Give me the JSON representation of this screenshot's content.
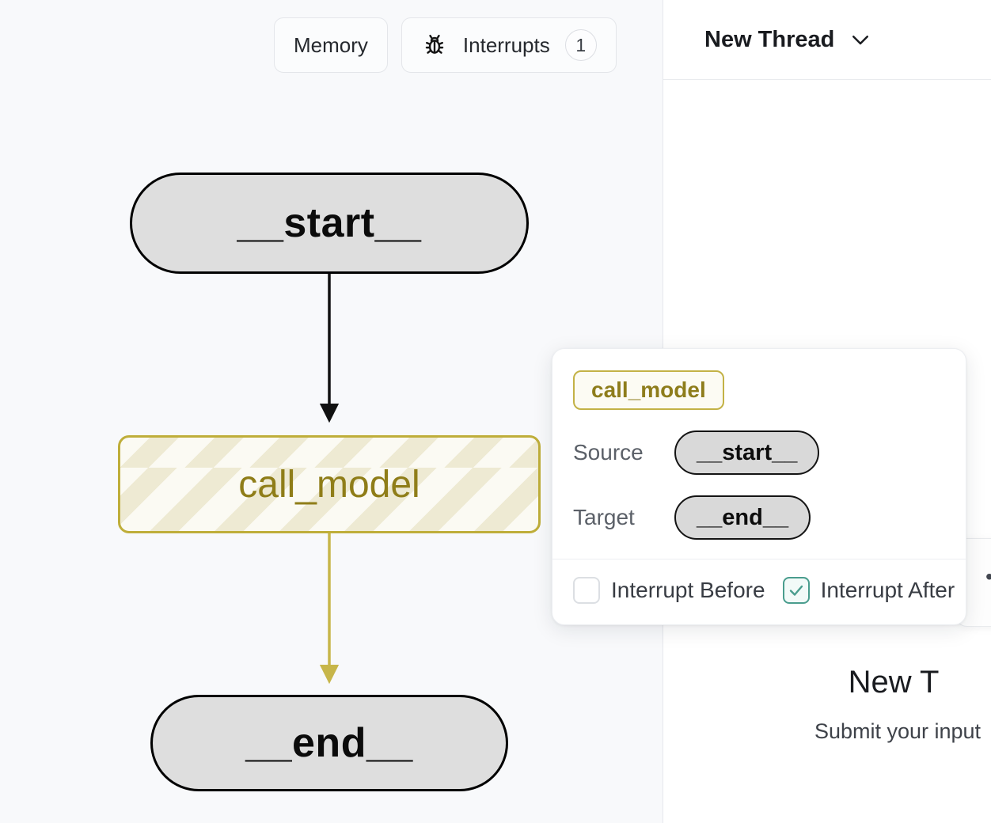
{
  "canvas": {
    "background_color": "#f8f9fb",
    "toolbar": {
      "memory_label": "Memory",
      "interrupts_label": "Interrupts",
      "interrupts_badge": "1",
      "bug_icon_name": "bug-icon"
    },
    "graph": {
      "nodes": [
        {
          "id": "start",
          "label": "__start__",
          "style": "terminal"
        },
        {
          "id": "call_model",
          "label": "call_model",
          "style": "active-highlight"
        },
        {
          "id": "end",
          "label": "__end__",
          "style": "terminal"
        }
      ],
      "edges": [
        {
          "from": "__start__",
          "to": "call_model",
          "color": "#111111"
        },
        {
          "from": "call_model",
          "to": "__end__",
          "color": "#bfae3a"
        }
      ],
      "highlight_color": "#bfae3a",
      "terminal_fill": "#dedede"
    }
  },
  "popover": {
    "node_chip": "call_model",
    "source_label": "Source",
    "source_value": "__start__",
    "target_label": "Target",
    "target_value": "__end__",
    "interrupt_before": {
      "label": "Interrupt Before",
      "checked": false
    },
    "interrupt_after": {
      "label": "Interrupt After",
      "checked": true
    },
    "accent_color": "#4a9d8e"
  },
  "right_panel": {
    "thread_title": "New Thread",
    "chevron_icon_name": "chevron-down-icon",
    "empty_state": {
      "title": "New T",
      "subtitle": "Submit your input"
    },
    "card_glyph": "•"
  }
}
